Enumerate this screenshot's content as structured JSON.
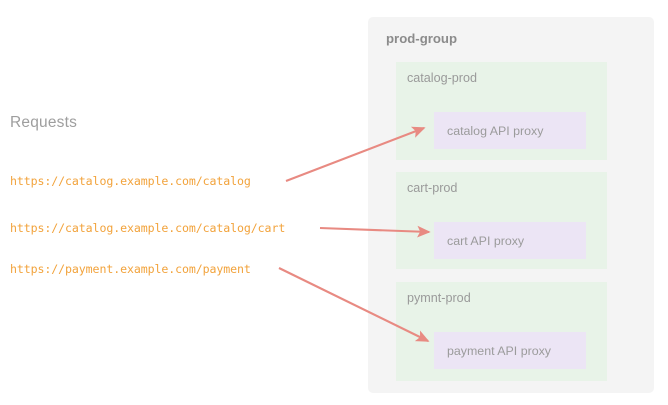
{
  "left": {
    "heading": "Requests",
    "urls": [
      "https://catalog.example.com/catalog",
      "https://catalog.example.com/catalog/cart",
      "https://payment.example.com/payment"
    ]
  },
  "group": {
    "title": "prod-group",
    "environments": [
      {
        "name": "catalog-prod",
        "proxy": "catalog API proxy"
      },
      {
        "name": "cart-prod",
        "proxy": "cart API proxy"
      },
      {
        "name": "pymnt-prod",
        "proxy": "payment API proxy"
      }
    ]
  },
  "arrows": [
    {
      "name": "arrow-catalog",
      "from_request": 0,
      "to_env": 0
    },
    {
      "name": "arrow-cart",
      "from_request": 1,
      "to_env": 1
    },
    {
      "name": "arrow-payment",
      "from_request": 2,
      "to_env": 2
    }
  ],
  "colors": {
    "background": "#ffffff",
    "group_panel": "#f4f4f4",
    "env_box": "#e8f3e8",
    "proxy_box": "#ece5f5",
    "url_text": "#f2a33c",
    "heading_text": "#9e9e9e",
    "group_title_text": "#8b8b8b",
    "env_title_text": "#9a9a9a",
    "proxy_text": "#9b9b9b",
    "arrow": "#e88a82"
  }
}
